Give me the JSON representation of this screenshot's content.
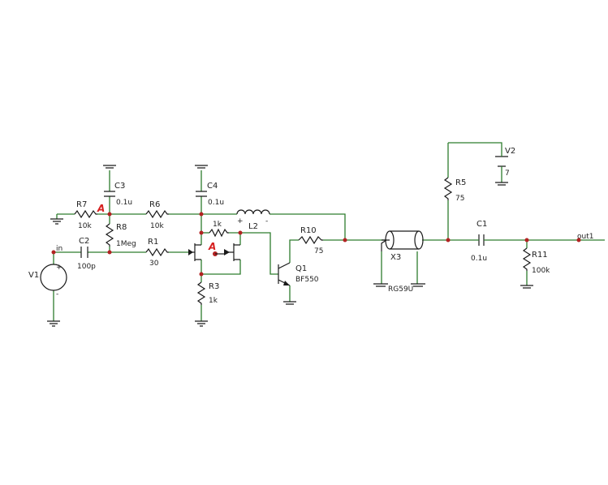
{
  "colors": {
    "wire": "#2e7d2e",
    "component": "#1a1a1a",
    "junction": "#b22222",
    "probe": "#d62020"
  },
  "nets": {
    "in": "in",
    "out": "out1"
  },
  "probes": {
    "a1": "A",
    "a2": "A"
  },
  "components": {
    "V1": {
      "ref": "V1",
      "value": "",
      "plus": "+",
      "minus": "-"
    },
    "C2": {
      "ref": "C2",
      "value": "100p"
    },
    "R7": {
      "ref": "R7",
      "value": "10k"
    },
    "R8": {
      "ref": "R8",
      "value": "1Meg"
    },
    "C3": {
      "ref": "C3",
      "value": "0.1u"
    },
    "R6": {
      "ref": "R6",
      "value": "10k"
    },
    "R1": {
      "ref": "R1",
      "value": "30"
    },
    "C4": {
      "ref": "C4",
      "value": "0.1u"
    },
    "R2": {
      "ref": "",
      "value": "1k"
    },
    "R3": {
      "ref": "R3",
      "value": "1k"
    },
    "L2": {
      "ref": "L2",
      "value": "",
      "plus": "+",
      "minus": "-"
    },
    "R10": {
      "ref": "R10",
      "value": "75"
    },
    "Q1": {
      "ref": "Q1",
      "value": "BF550"
    },
    "X3": {
      "ref": "X3",
      "value": "RG59U"
    },
    "R5": {
      "ref": "R5",
      "value": "75"
    },
    "V2": {
      "ref": "V2",
      "value": "7"
    },
    "C1": {
      "ref": "C1",
      "value": "0.1u"
    },
    "R11": {
      "ref": "R11",
      "value": "100k"
    }
  }
}
